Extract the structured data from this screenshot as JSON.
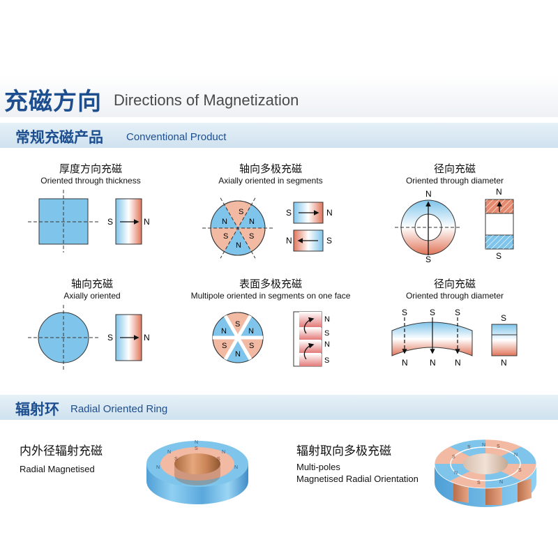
{
  "header": {
    "title_cn": "充磁方向",
    "title_en": "Directions of Magnetization"
  },
  "conventional": {
    "title_cn": "常规充磁产品",
    "title_en": "Conventional Product",
    "items": [
      {
        "cn": "厚度方向充磁",
        "en": "Oriented through thickness"
      },
      {
        "cn": "轴向多极充磁",
        "en": "Axially oriented in segments"
      },
      {
        "cn": "径向充磁",
        "en": "Oriented through diameter"
      },
      {
        "cn": "轴向充磁",
        "en": "Axially oriented"
      },
      {
        "cn": "表面多极充磁",
        "en": "Multipole oriented in segments on one face"
      },
      {
        "cn": "径向充磁",
        "en": "Oriented through diameter"
      }
    ]
  },
  "radial": {
    "title_cn": "辐射环",
    "title_en": "Radial Oriented Ring",
    "items": [
      {
        "cn": "内外径辐射充磁",
        "en_lines": [
          "Radial Magnetised"
        ]
      },
      {
        "cn": "辐射取向多极充磁",
        "en_lines": [
          "Multi-poles",
          "Magnetised Radial Orientation"
        ]
      }
    ]
  },
  "poles": {
    "north": "N",
    "south": "S"
  },
  "colors": {
    "brand_blue": "#1d4e8f",
    "magnet_blue": "#7fc4ea",
    "magnet_red": "#e58a6e",
    "segment_pink": "#f2b9a3",
    "section_bar": "#d6e7f2"
  }
}
